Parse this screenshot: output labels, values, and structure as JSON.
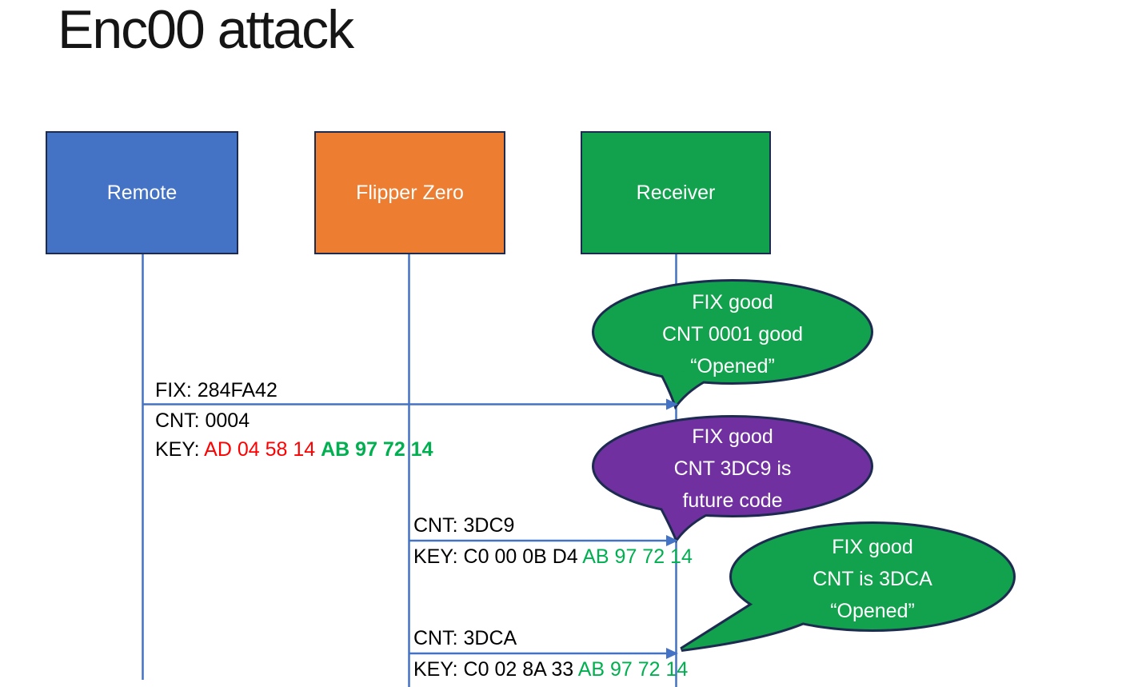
{
  "title": "Enc00 attack",
  "actors": {
    "remote": {
      "label": "Remote"
    },
    "flipper": {
      "label": "Flipper Zero"
    },
    "receiver": {
      "label": "Receiver"
    }
  },
  "messages": {
    "m1": {
      "fix": "FIX: 284FA42",
      "cnt": "CNT: 0004",
      "key_prefix": "KEY: ",
      "key_red": "AD 04 58 14 ",
      "key_green": "AB 97 72 14"
    },
    "m2": {
      "cnt": "CNT: 3DC9",
      "key_prefix": "KEY: C0 00 0B D4 ",
      "key_green": "AB 97 72 14"
    },
    "m3": {
      "cnt": "CNT: 3DCA",
      "key_prefix": "KEY: C0 02 8A 33 ",
      "key_green": "AB 97 72 14"
    }
  },
  "bubbles": {
    "b1": {
      "lines": [
        "FIX good",
        "CNT 0001 good",
        "“Opened”"
      ]
    },
    "b2": {
      "lines": [
        "FIX good",
        "CNT 3DC9 is",
        "future code"
      ]
    },
    "b3": {
      "lines": [
        "FIX good",
        "CNT is 3DCA",
        "“Opened”"
      ]
    }
  },
  "colors": {
    "remote_fill": "#4472C4",
    "flipper_fill": "#ED7D31",
    "receiver_fill": "#12A14D",
    "bubble_green": "#12A14D",
    "bubble_purple": "#7030A0",
    "outline_navy": "#1C2B4F",
    "line_blue": "#4472C4",
    "key_red": "#FF0000",
    "key_green": "#00B050"
  }
}
